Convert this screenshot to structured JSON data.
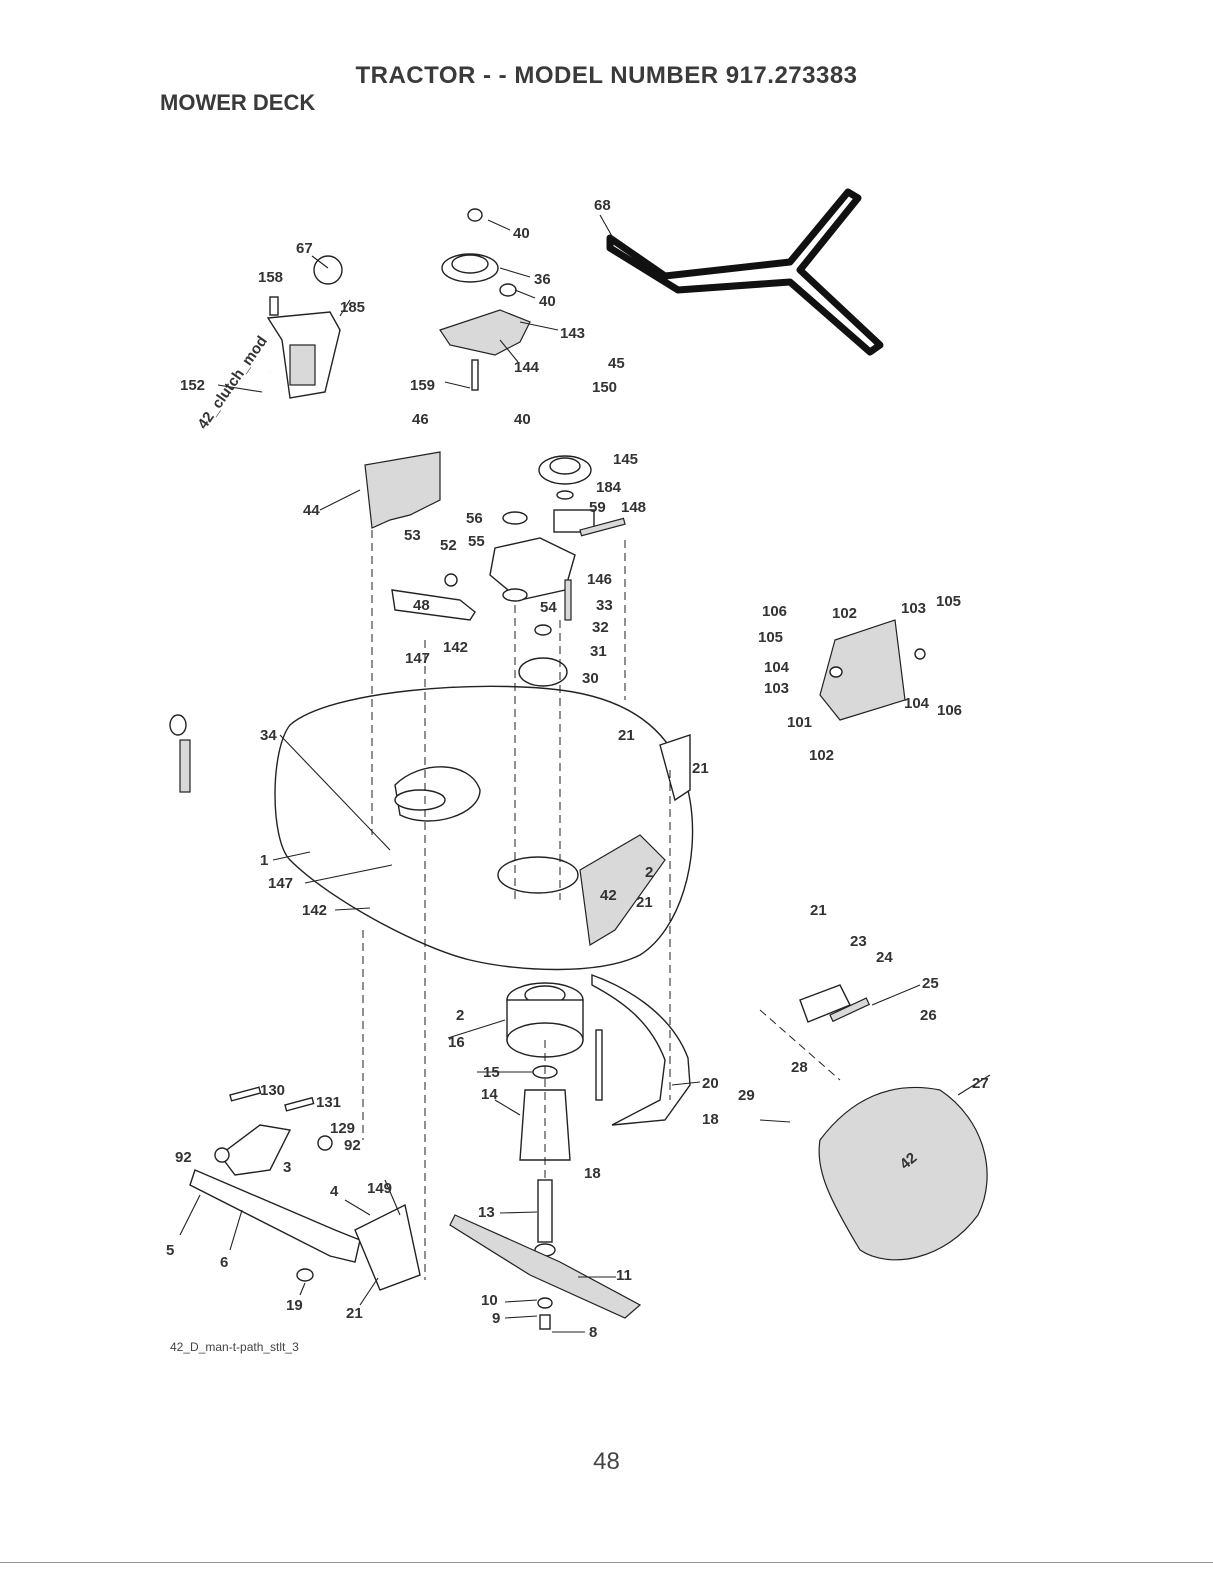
{
  "header": {
    "title": "TRACTOR - - MODEL NUMBER 917.273383",
    "section": "MOWER DECK"
  },
  "diagram": {
    "file_label": "42_D_man-t-path_stlt_3",
    "cable_label": "42_clutch_mod",
    "deck_label": "42",
    "part_callouts": [
      "40",
      "36",
      "40",
      "143",
      "144",
      "159",
      "45",
      "150",
      "40",
      "145",
      "184",
      "68",
      "67",
      "158",
      "185",
      "152",
      "46",
      "44",
      "56",
      "55",
      "53",
      "52",
      "59",
      "148",
      "146",
      "54",
      "48",
      "33",
      "32",
      "31",
      "30",
      "147",
      "142",
      "21",
      "21",
      "34",
      "1",
      "147",
      "142",
      "2",
      "21",
      "2",
      "16",
      "15",
      "14",
      "13",
      "11",
      "10",
      "9",
      "8",
      "20",
      "18",
      "18",
      "130",
      "131",
      "129",
      "92",
      "92",
      "3",
      "4",
      "149",
      "5",
      "6",
      "19",
      "21",
      "106",
      "102",
      "103",
      "105",
      "105",
      "104",
      "103",
      "104",
      "106",
      "101",
      "102",
      "21",
      "23",
      "24",
      "25",
      "26",
      "28",
      "27",
      "29"
    ]
  },
  "footer": {
    "page_number": "48"
  }
}
